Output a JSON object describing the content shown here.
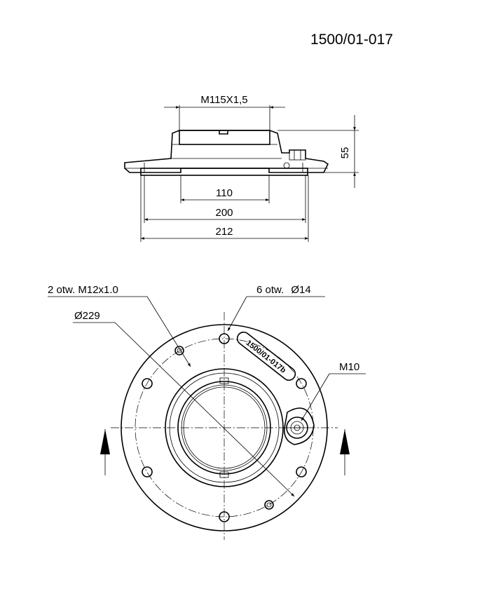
{
  "drawing": {
    "number": "1500/01-017"
  },
  "side_view": {
    "thread_label": "M115X1,5",
    "height_label": "55",
    "dim_inner": "110",
    "dim_middle": "200",
    "dim_outer": "212"
  },
  "top_view": {
    "callout_m12": "2 otw. M12x1.0",
    "callout_holes": "6 otw.",
    "callout_holes_dia": "14",
    "callout_dia": "229",
    "callout_m10": "M10",
    "stamp_text": "1500/01-017b"
  },
  "symbols": {
    "diameter": "Ø"
  }
}
